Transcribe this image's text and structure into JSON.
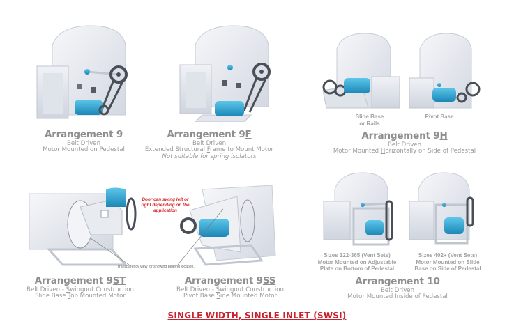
{
  "figures": [
    {
      "id": "9",
      "title_prefix": "Arrangement 9",
      "title_underlined": "",
      "lines": [
        {
          "text": "Belt Driven"
        },
        {
          "text": "Motor Mounted on Pedestal"
        }
      ]
    },
    {
      "id": "9F",
      "title_prefix": "Arrangement 9",
      "title_underlined": "F",
      "lines": [
        {
          "text": "Belt Driven"
        },
        {
          "pre": "Extended Structural ",
          "u": "F",
          "post": "rame to Mount Motor"
        }
      ],
      "note": "Not suitable for spring isolators"
    },
    {
      "id": "9H",
      "title_prefix": "Arrangement 9",
      "title_underlined": "H",
      "lines": [
        {
          "text": "Belt Driven"
        },
        {
          "pre": "Motor Mounted ",
          "u": "H",
          "post": "orizontally on Side of Pedestal"
        }
      ],
      "sublabels": [
        "Slide Base\nor Rails",
        "Pivot Base"
      ]
    },
    {
      "id": "9ST",
      "title_prefix": "Arrangement 9",
      "title_underlined": "ST",
      "lines": [
        {
          "pre": "Belt Driven - ",
          "u": "S",
          "post": "wingout Construction"
        },
        {
          "pre": "Slide Base ",
          "u": "T",
          "post": "op Mounted Motor"
        }
      ]
    },
    {
      "id": "9SS",
      "title_prefix": "Arrangement 9",
      "title_underlined": "SS",
      "lines": [
        {
          "pre": "Belt Driven - ",
          "u": "S",
          "post": "wingout Construction"
        },
        {
          "pre": "Pivot Base ",
          "u": "S",
          "post": "ide Mounted Motor"
        }
      ]
    },
    {
      "id": "10",
      "title_prefix": "Arrangement 10",
      "title_underlined": "",
      "lines": [
        {
          "text": "Belt Driven"
        },
        {
          "text": "Motor Mounted Inside of Pedestal"
        }
      ],
      "sublabels": [
        "Sizes 122-365 (Vent Sets)\nMotor Mounted on Adjustable\nPlate on Bottom of Pedestal",
        "Sizes 402+ (Vent Sets)\nMotor Mounted on Slide\nBase on Side of Pedestal"
      ]
    }
  ],
  "annotations": {
    "door_note": "Door can swing left or\nright depending on the\napplication",
    "transparency_note": "Transparency view for showing bearing location."
  },
  "footer": {
    "label": "SINGLE WIDTH, SINGLE INLET (SWSI)"
  },
  "colors": {
    "housing": "#e6e9ef",
    "motor": "#2ba7d6",
    "belt": "#4a4f57",
    "caption_text": "#8e8e8e",
    "accent_red": "#c8202c"
  }
}
